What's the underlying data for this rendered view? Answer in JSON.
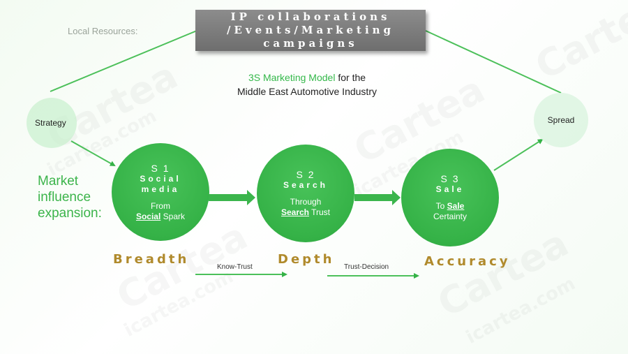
{
  "top_box": {
    "line1": "IP collaborations",
    "line2": "/Events/Marketing",
    "line3": "campaigns"
  },
  "local_resources": "Local Resources:",
  "title": {
    "accent": "3S Marketing Model",
    "rest1": " for the",
    "line2": "Middle East Automotive Industry"
  },
  "strategy": "Strategy",
  "spread": "Spread",
  "market_influence": [
    "Market",
    "influence",
    "expansion:"
  ],
  "stages": [
    {
      "num": "S 1",
      "name_lines": [
        "Social",
        "media"
      ],
      "desc_pre": "From",
      "desc_key": "Social",
      "desc_post": " Spark"
    },
    {
      "num": "S 2",
      "name_lines": [
        "Search"
      ],
      "desc_pre": "Through",
      "desc_key": "Search",
      "desc_post": " Trust"
    },
    {
      "num": "S 3",
      "name_lines": [
        "Sale"
      ],
      "desc_pre": "To ",
      "desc_key": "Sale",
      "desc_post": "Certainty"
    }
  ],
  "phases": [
    "Breadth",
    "Depth",
    "Accuracy"
  ],
  "transitions": [
    "Know-Trust",
    "Trust-Decision"
  ],
  "watermark": [
    "Cartea",
    "icartea.com"
  ],
  "colors": {
    "green": "#35b247",
    "gold": "#b08a2c",
    "box": "#7d7d7d"
  }
}
